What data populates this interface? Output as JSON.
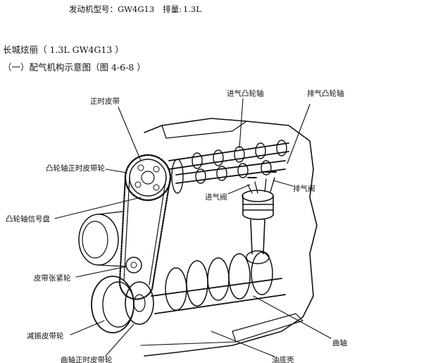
{
  "header": {
    "model_label": "发动机型号：",
    "model_value": "GW4G13",
    "displacement_label": "排量:",
    "displacement_value": "1.3L"
  },
  "section_title": "长城炫丽（ 1.3L GW4G13 ）",
  "subsection_title": "（一）配气机构示意图（图 4-6-8 ）",
  "diagram": {
    "labels": {
      "timing_belt": "正时皮带",
      "intake_camshaft": "进气凸轮轴",
      "exhaust_camshaft": "排气凸轮轴",
      "cam_timing_pulley": "凸轮轴正时皮带轮",
      "intake_valve": "进气阀",
      "exhaust_valve": "排气阀",
      "cam_signal_disc": "凸轮轴信号盘",
      "belt_tensioner": "皮带张紧轮",
      "damper_pulley": "减振皮带轮",
      "crankshaft": "曲轴",
      "oil_pan": "油底壳",
      "crank_timing_pulley": "曲轴正时皮带轮"
    }
  }
}
